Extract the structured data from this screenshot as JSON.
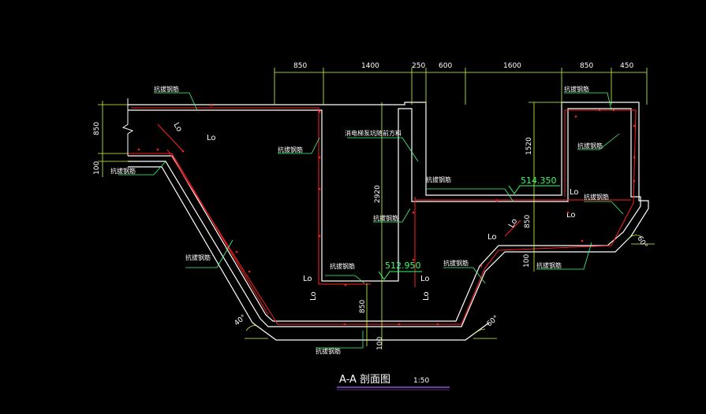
{
  "drawing": {
    "title": "A-A 剖面图",
    "scale": "1:50",
    "colors": {
      "background": "#000000",
      "concrete": "#ffffff",
      "rebar": "#ff2020",
      "dimension": "#c8ff40",
      "leader": "#40ff80",
      "elevation": "#33ff66",
      "title_underline": "#b060ff"
    },
    "top_dims": [
      "850",
      "1400",
      "250",
      "600",
      "1600",
      "850",
      "450"
    ],
    "left_dims": [
      "850",
      "100"
    ],
    "vertical_dims": {
      "d2920": "2920",
      "d1520": "1520",
      "d850_right": "850",
      "d100_right": "100",
      "d850_bottom": "850",
      "d100_bottom": "100"
    },
    "rebar_label": "抗拔钢筋",
    "pipe_label": "消电梯泵坑随前方料",
    "elevations": {
      "e1": "514.350",
      "e2": "512.950"
    },
    "lo_label": "Lo",
    "angles": {
      "a1": "40°",
      "a2": "60°",
      "a3": "60°"
    }
  }
}
